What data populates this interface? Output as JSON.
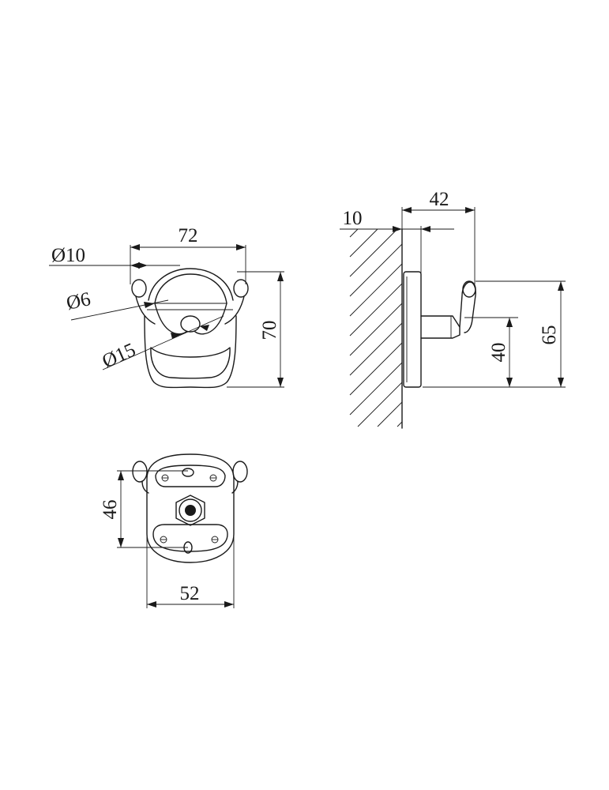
{
  "dimensions": {
    "front_width": "72",
    "outer_hole_diameter": "Ø10",
    "inner_hole_diameter": "Ø6",
    "knob_diameter": "Ø15",
    "front_height": "70",
    "side_depth": "42",
    "wall_thickness": "10",
    "side_height_total": "65",
    "side_height_knob": "40",
    "back_hole_spacing": "46",
    "back_width": "52"
  }
}
